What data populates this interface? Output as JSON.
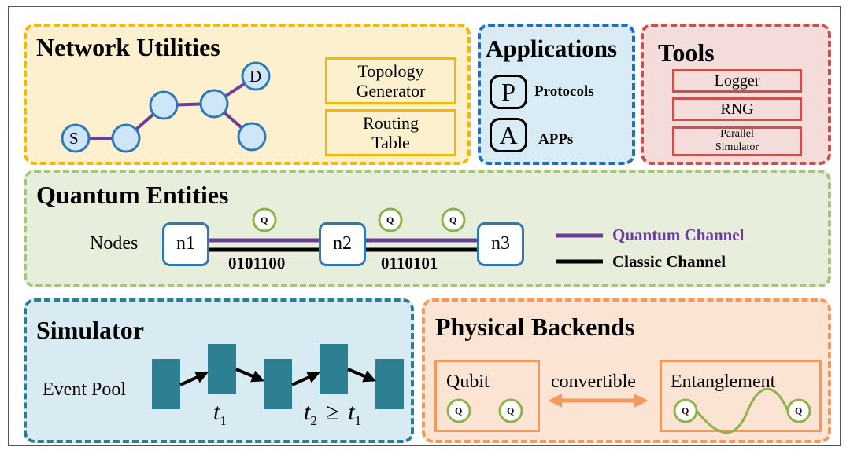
{
  "colors": {
    "yellow_border": "#f5b800",
    "yellow_fill": "#fdf0cf",
    "blue_border": "#1f6fba",
    "blue_fill": "#d9ebf4",
    "red_border": "#c9504f",
    "red_fill": "#f3dcda",
    "green_border": "#a6c47a",
    "green_fill": "#e8eedc",
    "teal_border": "#2b7d95",
    "teal_fill": "#d9ebf2",
    "orange_border": "#f39a5a",
    "orange_fill": "#fbe4d4",
    "node_fill": "#cfe6f6",
    "node_stroke": "#2f78b7",
    "quantum": "#6a3e98",
    "qubit_green": "#8db34a",
    "teal_block": "#2d7f94"
  },
  "network_utilities": {
    "title": "Network Utilities",
    "source_label": "S",
    "dest_label": "D",
    "topology_generator": "Topology Generator",
    "routing_table": "Routing Table",
    "icons": [
      "network-graph-icon"
    ]
  },
  "applications": {
    "title": "Applications",
    "protocols_glyph": "P",
    "protocols_label": "Protocols",
    "apps_glyph": "A",
    "apps_label": "APPs"
  },
  "tools": {
    "title": "Tools",
    "logger": "Logger",
    "rng": "RNG",
    "parallel_simulator": "Parallel Simulator"
  },
  "quantum_entities": {
    "title": "Quantum Entities",
    "nodes_label": "Nodes",
    "node1": "n1",
    "node2": "n2",
    "node3": "n3",
    "qubit_marker": "Q",
    "bits_a": "0101100",
    "bits_b": "0110101",
    "legend_quantum": "Quantum Channel",
    "legend_classic": "Classic Channel"
  },
  "simulator": {
    "title": "Simulator",
    "event_pool": "Event Pool",
    "t1_base": "t",
    "t1_sub": "1",
    "t2_base": "t",
    "t2_sub": "2",
    "geq": "≥",
    "t2_rhs_base": "t",
    "t2_rhs_sub": "1"
  },
  "physical_backends": {
    "title": "Physical Backends",
    "qubit": "Qubit",
    "convertible": "convertible",
    "entanglement": "Entanglement",
    "qubit_marker": "Q"
  }
}
